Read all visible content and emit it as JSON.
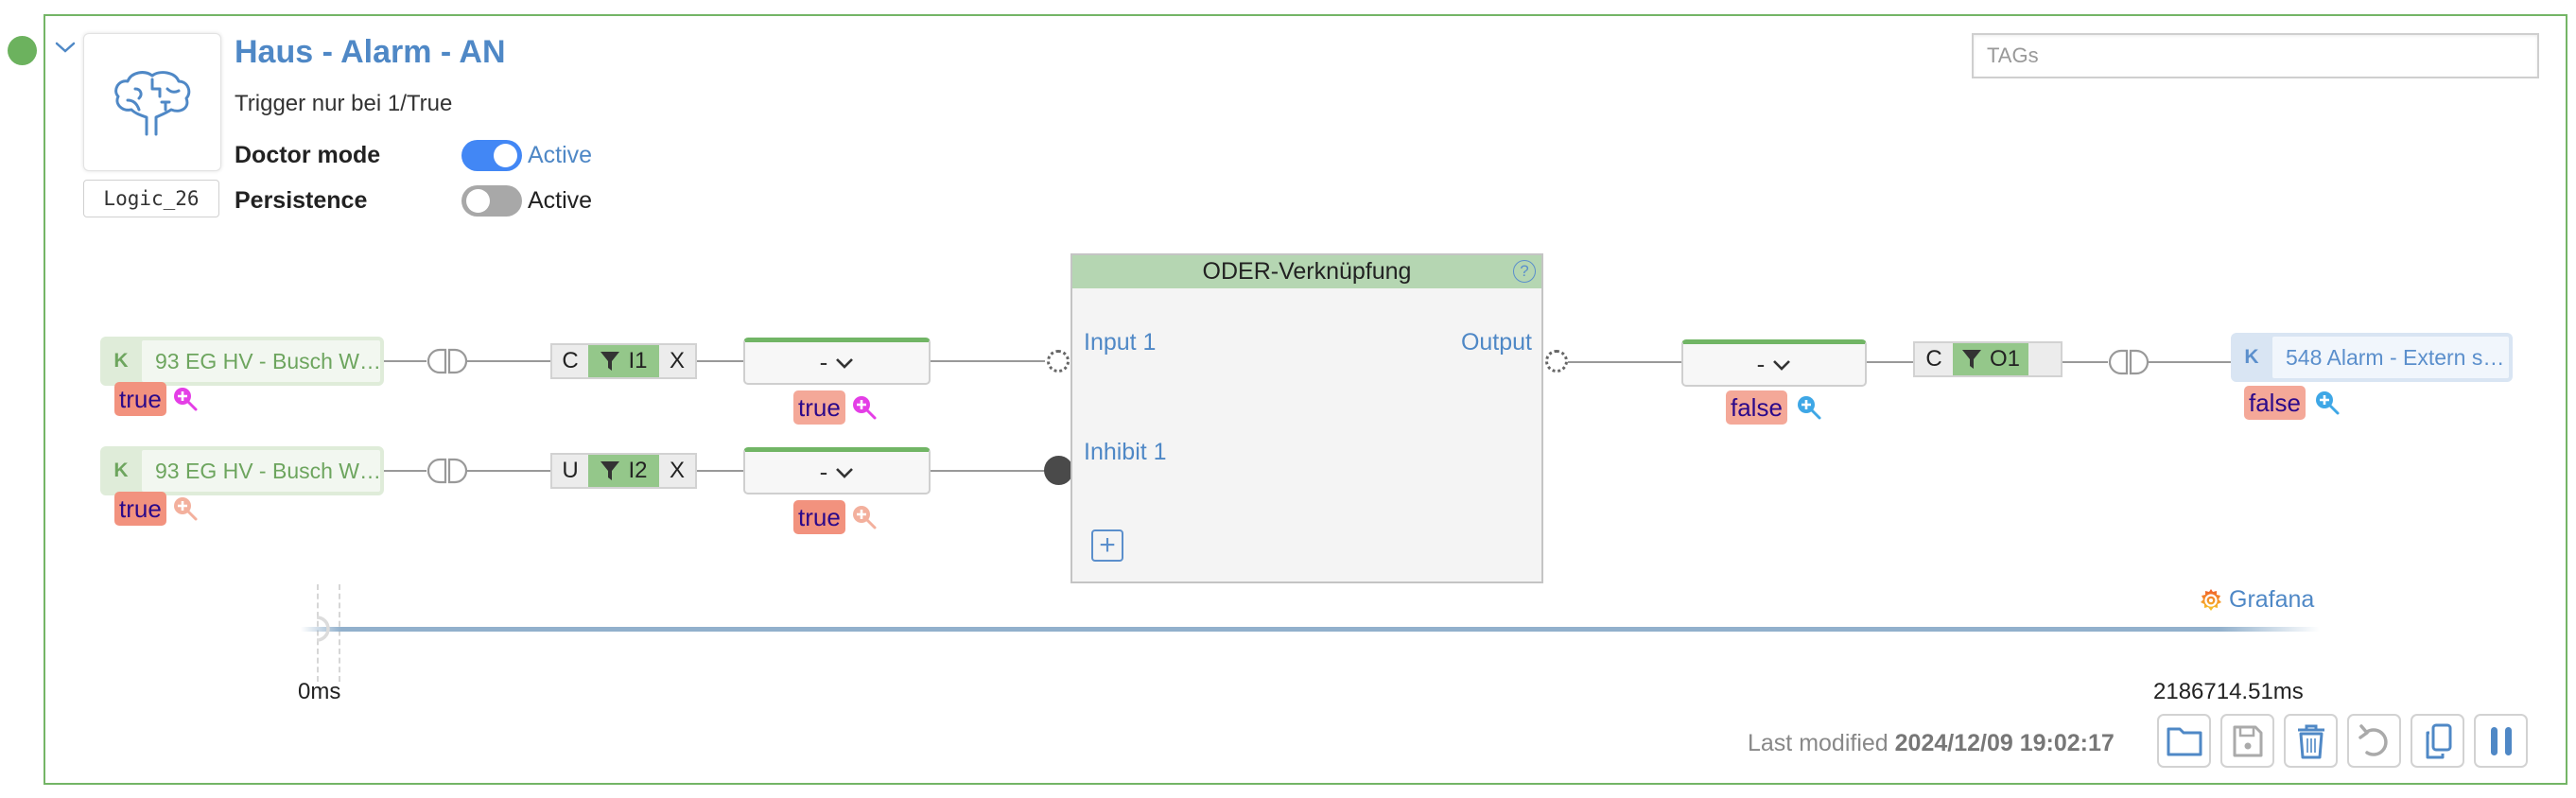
{
  "header": {
    "title": "Haus - Alarm - AN",
    "subtitle": "Trigger nur bei 1/True",
    "logic_id": "Logic_26",
    "icon": "brain-icon",
    "status_color": "#6cb25e",
    "options": [
      {
        "label": "Doctor mode",
        "toggle_state": "on",
        "state_text": "Active"
      },
      {
        "label": "Persistence",
        "toggle_state": "off",
        "state_text": "Active"
      }
    ],
    "tags": {
      "placeholder": "TAGs",
      "value": ""
    }
  },
  "inputs": [
    {
      "kind": "K",
      "name": "93 EG HV - Busch W…",
      "value": "true",
      "modifier": "C",
      "filter_label": "I1",
      "remove": "X",
      "transform": "-"
    },
    {
      "kind": "K",
      "name": "93 EG HV - Busch W…",
      "value": "true",
      "modifier": "U",
      "filter_label": "I2",
      "remove": "X",
      "transform": "-"
    }
  ],
  "transform_values": [
    "true",
    "true"
  ],
  "block": {
    "title": "ODER-Verknüpfung",
    "help": "?",
    "ports_in": [
      "Input 1",
      "Inhibit 1"
    ],
    "port_out": "Output",
    "add_label": "+"
  },
  "output": {
    "transform": "-",
    "transform_value": "false",
    "modifier": "C",
    "filter_label": "O1",
    "kind": "K",
    "name": "548 Alarm - Extern s…",
    "value": "false"
  },
  "timeline": {
    "start_label": "0ms",
    "end_label": "2186714.51ms",
    "grafana_label": "Grafana"
  },
  "footer": {
    "last_modified_label": "Last modified",
    "last_modified_value": "2024/12/09 19:02:17",
    "actions": [
      "folder-icon",
      "save-icon",
      "trash-icon",
      "undo-icon",
      "copy-icon",
      "pause-icon"
    ]
  },
  "colors": {
    "accent_blue": "#4f88c6",
    "frame_green": "#74b566",
    "filter_green": "#94c78a",
    "block_header": "#b5d6b2",
    "value_badge": "#f4a898",
    "toggle_on": "#4287f5"
  }
}
